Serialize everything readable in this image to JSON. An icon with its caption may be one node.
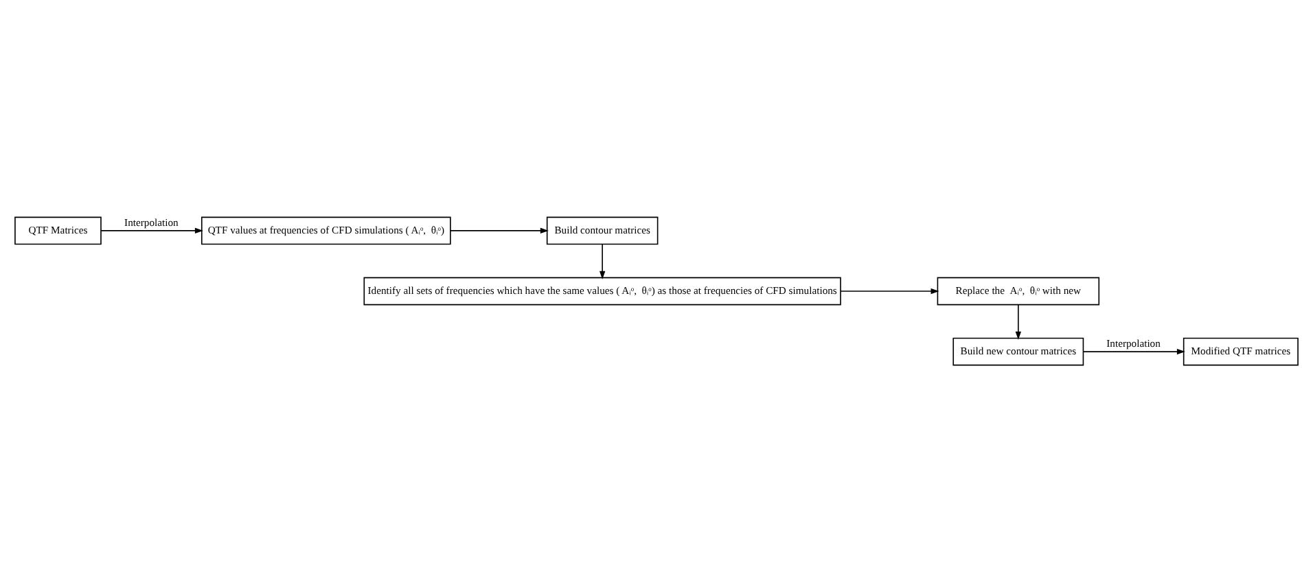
{
  "diagram": {
    "nodes": [
      {
        "text": [
          "QTF Matrices"
        ]
      },
      {
        "text": [
          "QTF values at frequencies of CFD simulations ( Aᵢᵒ,  θᵢᵒ)"
        ]
      },
      {
        "text": [
          "Build contour matrices"
        ]
      },
      {
        "text": [
          "Identify all sets of frequencies which have the same values ( Aᵢᵒ,  θᵢᵒ) as those at frequencies of CFD simulations"
        ]
      },
      {
        "text": [
          "Replace the  Aᵢᵒ,  θᵢᵒ with new"
        ]
      },
      {
        "text": [
          "Build new contour matrices"
        ]
      },
      {
        "text": [
          "Modified QTF matrices"
        ]
      }
    ],
    "edges": [
      {
        "from": 0,
        "to": 1,
        "arrow": "to",
        "label": "Interpolation"
      },
      {
        "from": 1,
        "to": 2,
        "arrow": "to"
      },
      {
        "from": 2,
        "to": 3,
        "arrow": "to"
      },
      {
        "from": 3,
        "to": 4,
        "arrow": "to"
      },
      {
        "from": 4,
        "to": 5,
        "arrow": "to"
      },
      {
        "from": 5,
        "to": 6,
        "arrow": "to",
        "label": "Interpolation"
      }
    ]
  }
}
